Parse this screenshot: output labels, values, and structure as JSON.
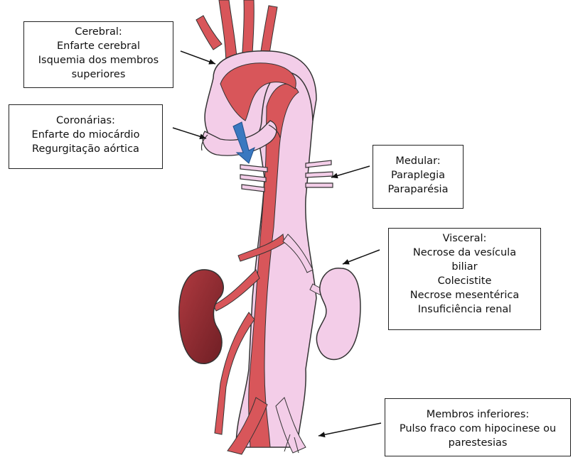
{
  "labels": {
    "cerebral": {
      "title": "Cerebral:",
      "lines": [
        "Enfarte cerebral",
        "Isquemia dos membros",
        "superiores"
      ]
    },
    "coronarias": {
      "title": "Coronárias:",
      "lines": [
        "Enfarte do miocárdio",
        "Regurgitação aórtica"
      ]
    },
    "medular": {
      "title": "Medular:",
      "lines": [
        "Paraplegia",
        "Paraparésia"
      ]
    },
    "visceral": {
      "title": "Visceral:",
      "lines": [
        "Necrose da vesícula",
        "biliar",
        "Colecistite",
        "Necrose mesentérica",
        "Insuficiência renal"
      ]
    },
    "membros_inferiores": {
      "title": "Membros inferiores:",
      "lines": [
        "Pulso fraco com hipocinese ou",
        "parestesias"
      ]
    }
  },
  "colors": {
    "aorta_lumen": "#f3cde8",
    "aorta_wall": "#d8565a",
    "kidney_dark": "#8c2a30",
    "kidney_light": "#f3cde8",
    "outline": "#333333",
    "flow_arrow": "#3a78c0"
  }
}
